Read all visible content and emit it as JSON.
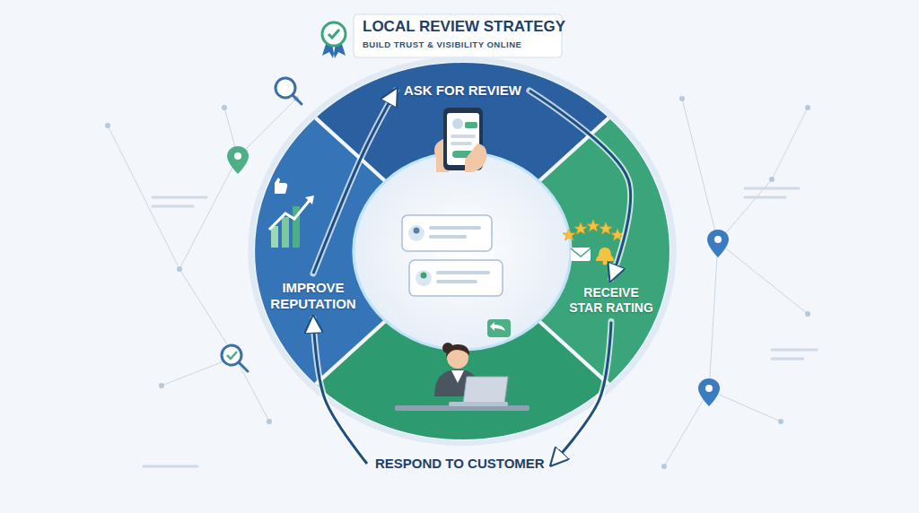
{
  "diagram": {
    "title": "LOCAL REVIEW STRATEGY",
    "nodes": [
      {
        "text": [
          "ASK FOR REVIEW"
        ]
      },
      {
        "text": [
          "RECEIVE STAR RATING"
        ]
      },
      {
        "text": [
          "RESPOND TO CUSTOMER"
        ]
      },
      {
        "text": [
          "IMPROVE REPUTATION"
        ]
      }
    ],
    "edges": [
      {
        "from": 0,
        "to": 1,
        "arrow": "to"
      },
      {
        "from": 1,
        "to": 2,
        "arrow": "to"
      },
      {
        "from": 2,
        "to": 3,
        "arrow": "to"
      },
      {
        "from": 3,
        "to": 0,
        "arrow": "to"
      }
    ],
    "labels": [
      "BUILD TRUST & VISIBILITY ONLINE"
    ]
  }
}
